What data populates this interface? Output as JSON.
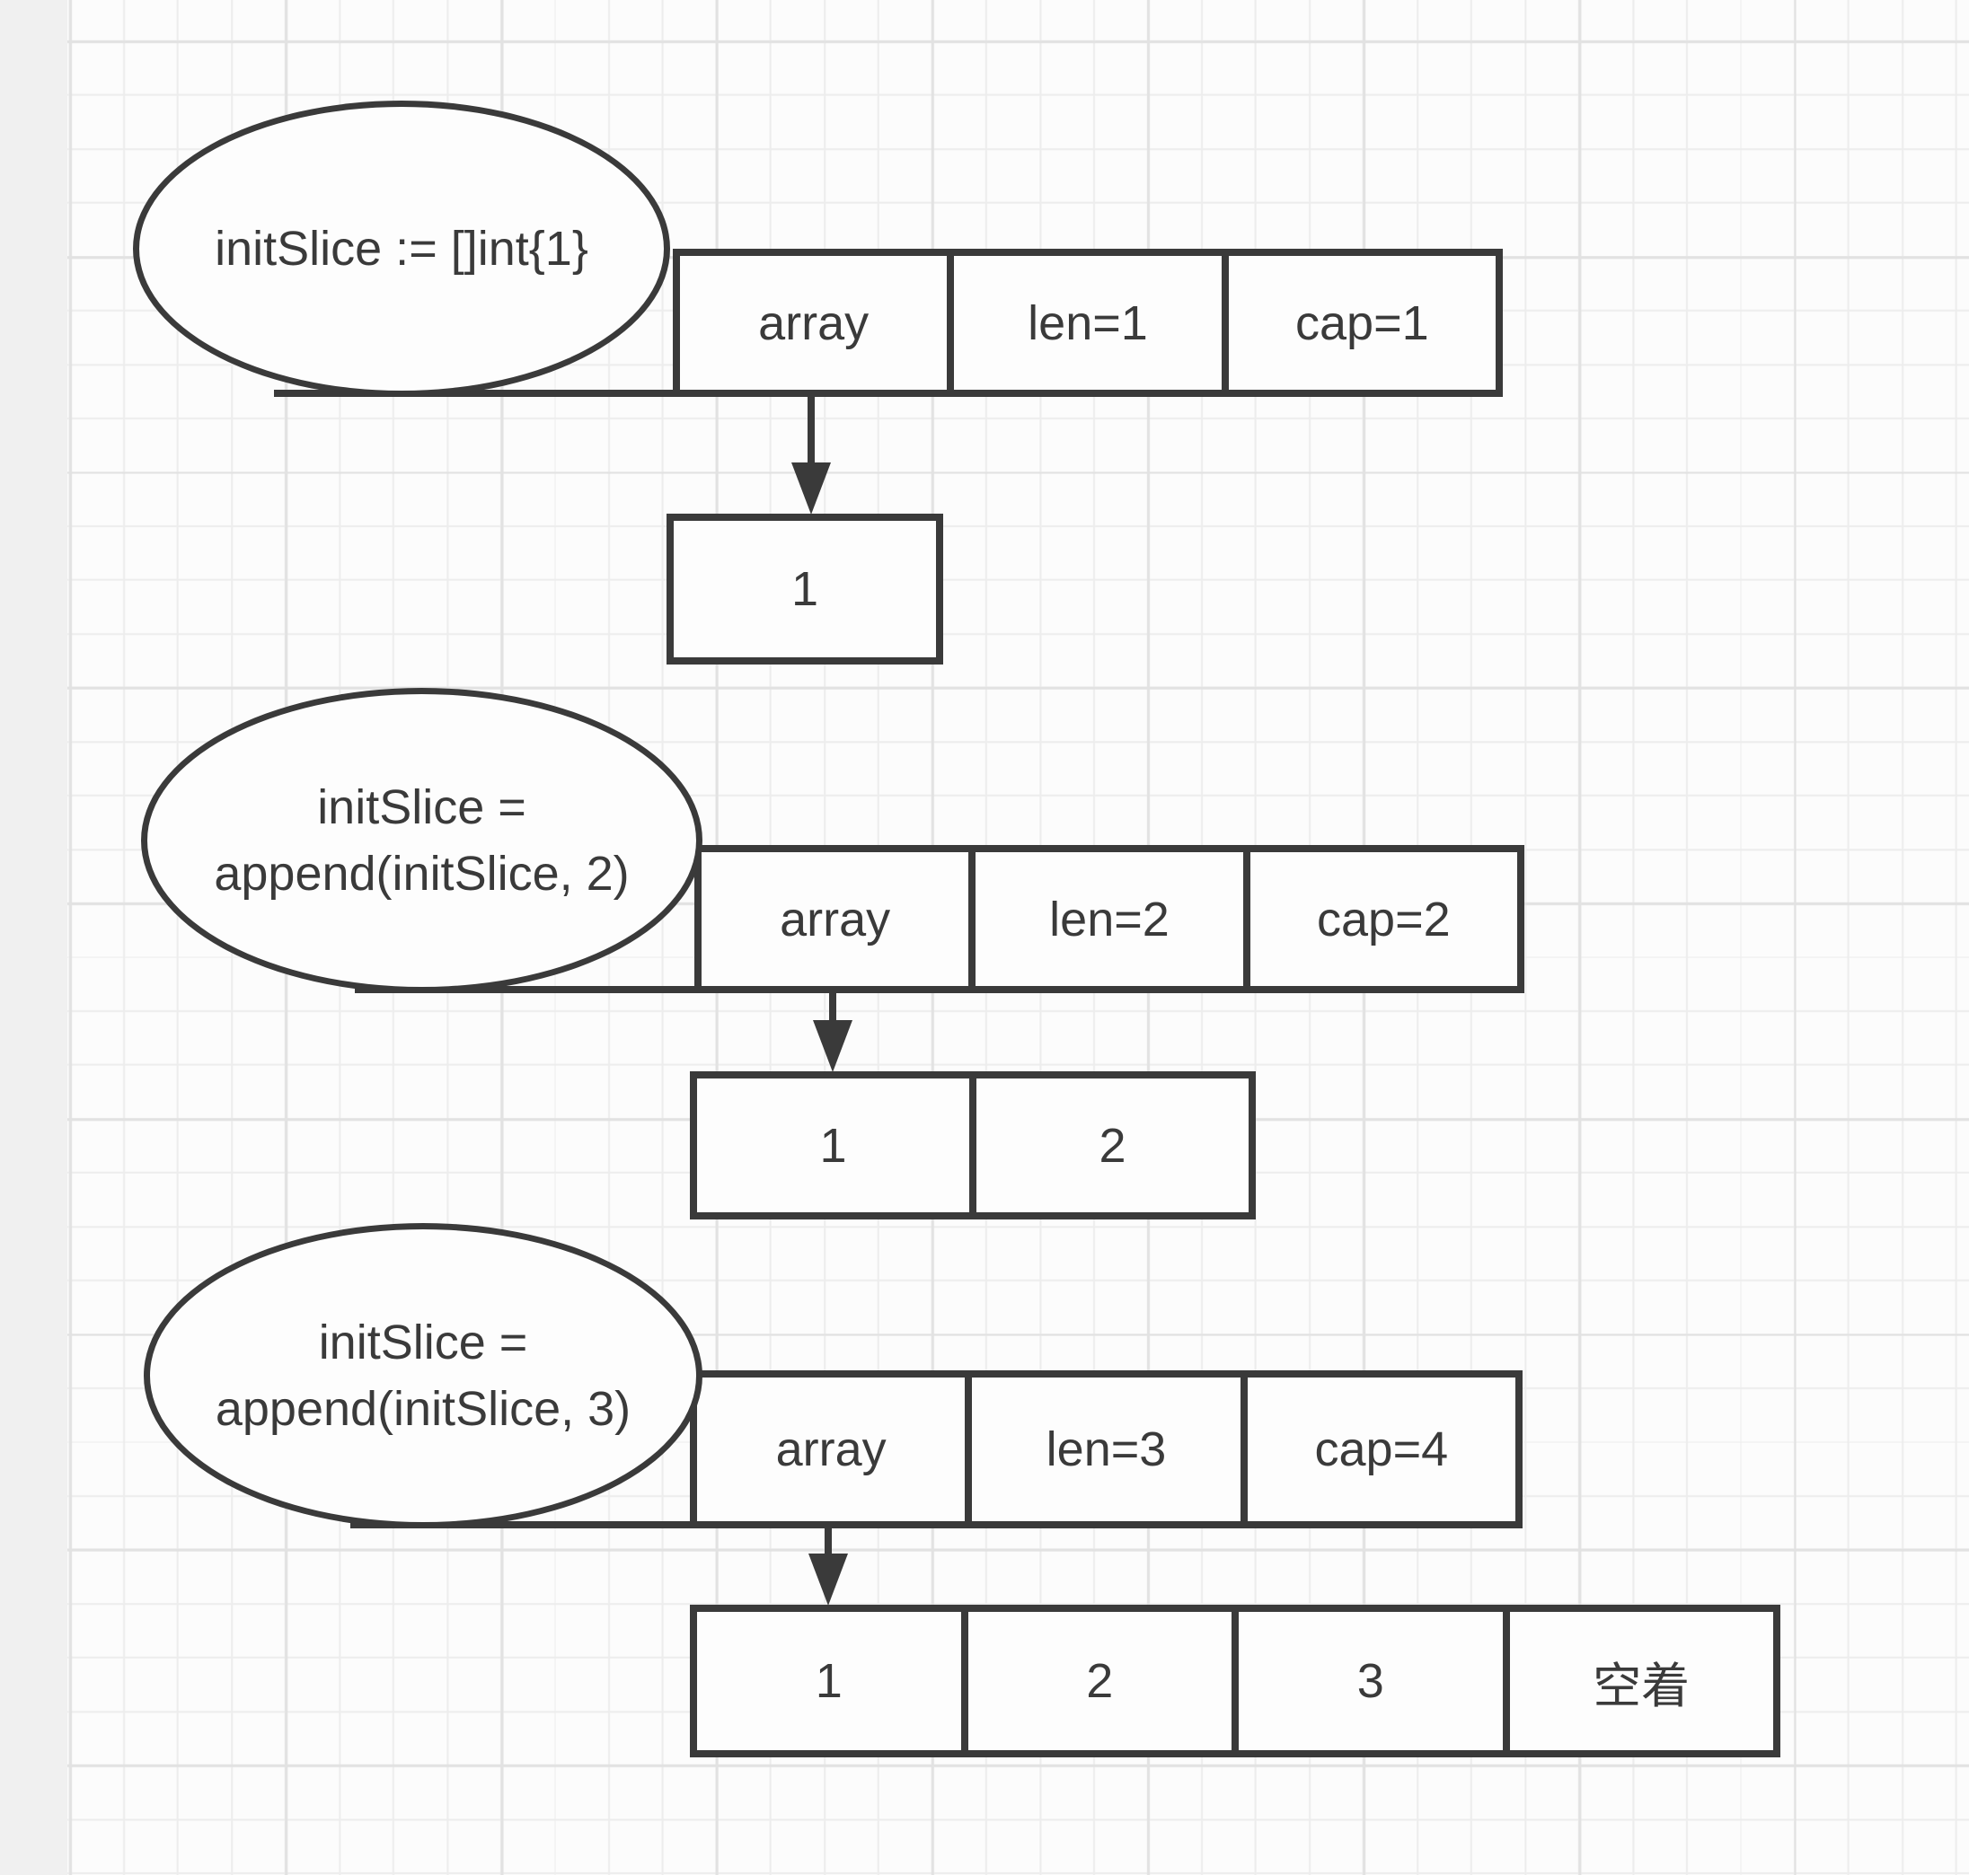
{
  "colors": {
    "stroke": "#3a3a3a",
    "text": "#3a3a3a",
    "canvas_bg": "#fcfcfc",
    "shape_fill": "#fdfdfd",
    "grid_minor": "#ededed",
    "grid_major": "#e2e2e2",
    "left_margin_strip": "#f0f0f0"
  },
  "groups": [
    {
      "label_lines": [
        "initSlice := []int{1}"
      ],
      "struct_cells": [
        "array",
        "len=1",
        "cap=1"
      ],
      "value_cells": [
        "1"
      ]
    },
    {
      "label_lines": [
        "initSlice =",
        "append(initSlice, 2)"
      ],
      "struct_cells": [
        "array",
        "len=2",
        "cap=2"
      ],
      "value_cells": [
        "1",
        "2"
      ]
    },
    {
      "label_lines": [
        "initSlice =",
        "append(initSlice, 3)"
      ],
      "struct_cells": [
        "array",
        "len=3",
        "cap=4"
      ],
      "value_cells": [
        "1",
        "2",
        "3",
        "空着"
      ]
    }
  ]
}
